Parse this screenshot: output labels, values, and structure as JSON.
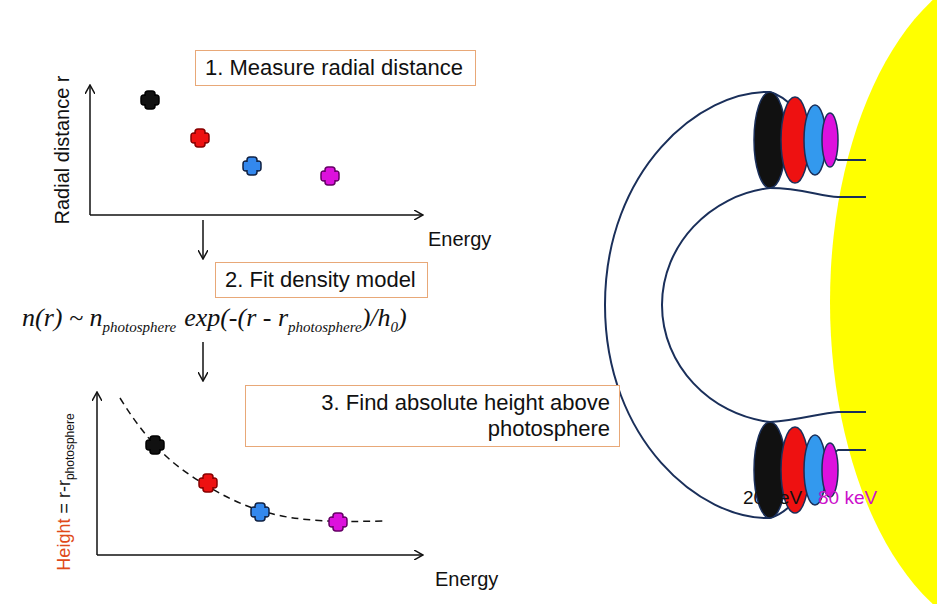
{
  "diagram": {
    "nodes": [
      {
        "text": [
          "1. Measure radial distance"
        ]
      },
      {
        "text": [
          "2. Fit density model"
        ]
      },
      {
        "text": [
          "3. Find absolute height above photosphere"
        ]
      }
    ],
    "labels": [
      "Radial distance r",
      "Energy",
      "n(r) ~ n",
      "photosphere",
      "exp(-(r - r",
      "photosphere",
      ")/h",
      "0",
      ")",
      "Height",
      "= r-r",
      "photosphere",
      "Energy",
      "20 keV",
      "80 keV"
    ]
  }
}
